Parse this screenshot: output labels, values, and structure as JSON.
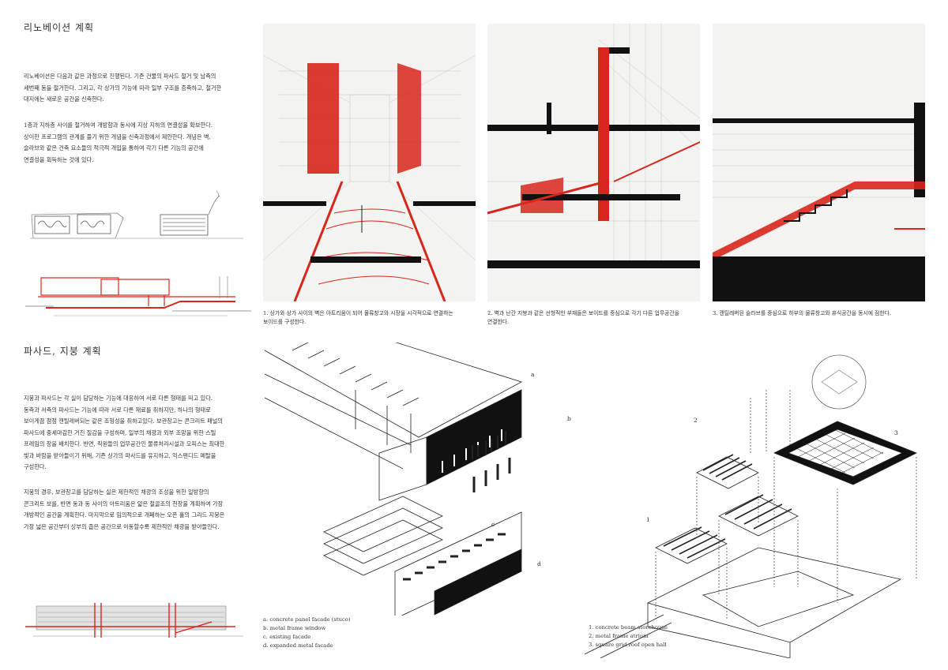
{
  "renovation": {
    "title": "리노베이션 계획",
    "paragraph1": "리노베이션은 다음과 같은 과정으로 진행된다. 기존 건물의 파사드 철거 및 남측의\n세번째 동을 철거한다. 그리고, 각 상가의 기능에 따라 일부 구조를 증축하고, 철거한\n대지에는 새로운 공간을 신축한다.",
    "paragraph2": "1층과 지하층 사이를 철거하여 개방함과 동시에 지상 지하의 연결성을 확보한다.\n상이한 프로그램의 관계를 풀기 위한 개념을 신축과정에서 제안한다. 개념은 벽,\n슬라브와 같은 건축 요소들의 적극적 개입을 통하여 각기 다른 기능의 공간에\n연결성을 획득하는 것에 있다.",
    "captions": [
      "1. 상가와 상가 사이의 벽은 아트리움이 되어 물류창고와 시장을 시각적으로 연결하는\n보이드를 구성한다.",
      "2. 벽과 난간 지붕과 같은 선형적인 부재들은 보이드를 중심으로 각기 다른 업무공간을\n연결한다.",
      "3. 캔틸레버된 슬라브를 중심으로 하부의 물류창고와 휴식공간을 동시에 점한다."
    ]
  },
  "facade": {
    "title": "파사드, 지붕 계획",
    "paragraph1": "지붕과 파사드는 각 실이 담당하는 기능에 대응하여 서로 다른 형태를 띄고 있다.\n동측과 서측의 파사드는 기능에 따라 서로 다른 재료를 취하지만, 하나의 형태로\n보이게끔 점점 캔틸레버되는 같은 조형성을 취하고있다. 보관창고는 콘크리트 패널의\n파사드에 중세마감한 거친 질감을 구성하며, 일부의 채광과 외부 조망을 위한 스틸\n프레임의 창을 배치한다. 반면, 직원들의 업무공간인 물류처리시설과 오피스는 최대한\n빛과 바람을 받아들이기 위해,  기존 상가의 파사드를 유지하고, 익스팬디드 메탈을\n구성한다.",
    "paragraph2": "지붕의 경우, 보관창고를 담당하는 실은 제한적인 채광의 조성을 위한 일방향의\n콘크리트 보를, 반면 동과 동 사이의 아트리움은 얇은 철골조의 천창을 계획하여 가장\n개방적인 공간을 계획한다. 마지막으로 임의적으로 개폐하는 오픈 홀의 그리드 지붕은\n가장 넓은 공간부터 상부의 좁은 공간으로 이동할수록 제한적인 채광을 받아들인다."
  },
  "facade_diagram": {
    "labels": [
      "a",
      "b",
      "c",
      "d"
    ],
    "legend": [
      "a. concrete panel facade (stuco)",
      "b. metal frame window",
      "c. existing facade",
      "d. expanded metal facade"
    ]
  },
  "roof_diagram": {
    "labels": [
      "1",
      "2",
      "3"
    ],
    "legend": [
      "1. concrete beam  storehouse",
      "2. metal frame atrium",
      "3. square grid roof open hall"
    ]
  },
  "colors": {
    "accent_red": "#d8261c",
    "ink": "#111111",
    "paper": "#f3f3f1"
  },
  "icons": [
    "sketch-concept",
    "perspective-drawing",
    "axonometric-exploded"
  ]
}
